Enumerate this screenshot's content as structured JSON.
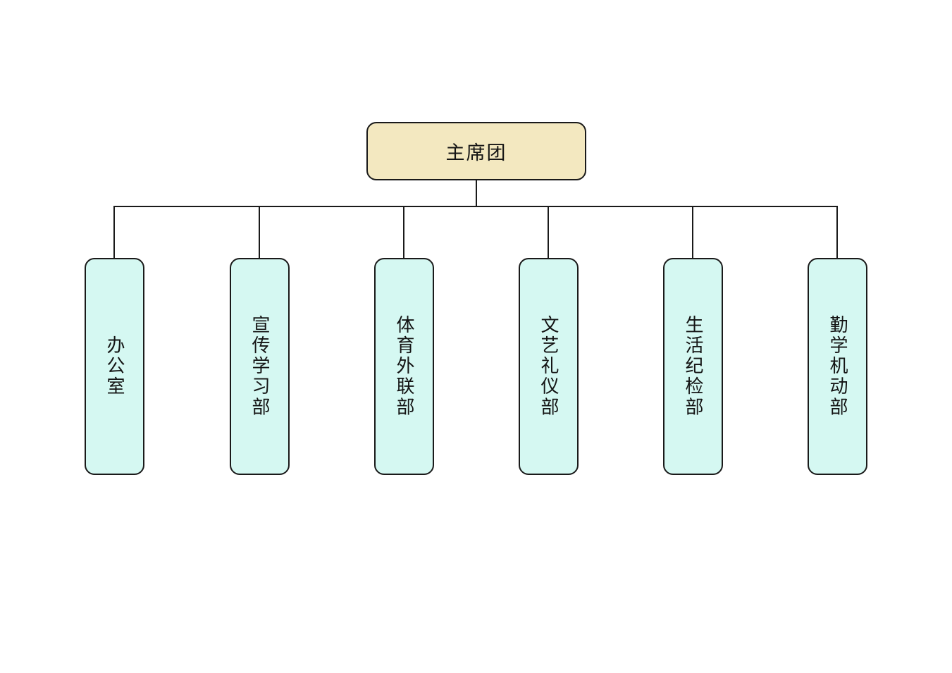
{
  "diagram": {
    "type": "org-chart",
    "root": {
      "label": "主席团"
    },
    "departments": [
      {
        "label": "办公室"
      },
      {
        "label": "宣传学习部"
      },
      {
        "label": "体育外联部"
      },
      {
        "label": "文艺礼仪部"
      },
      {
        "label": "生活纪检部"
      },
      {
        "label": "勤学机动部"
      }
    ],
    "colors": {
      "root_fill": "#f3e8c0",
      "department_fill": "#d5f8f2",
      "border": "#1a1a1a",
      "connector": "#1a1a1a",
      "background": "#ffffff",
      "text": "#141414"
    }
  }
}
